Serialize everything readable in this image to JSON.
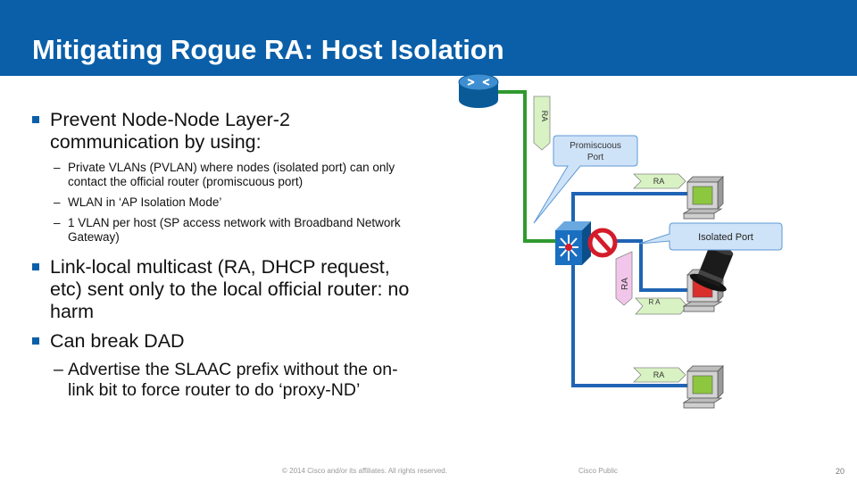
{
  "slide": {
    "title": "Mitigating Rogue RA: Host Isolation",
    "bullets": [
      {
        "text": "Prevent Node-Node Layer-2 communication by using:",
        "subs": [
          "Private VLANs (PVLAN) where nodes (isolated port) can only contact the official router (promiscuous port)",
          "WLAN in ‘AP Isolation Mode’",
          "1 VLAN per host (SP access network with Broadband Network Gateway)"
        ]
      },
      {
        "text": "Link-local multicast (RA, DHCP request, etc) sent only to the local official router: no harm",
        "subs": []
      },
      {
        "text": "Can break DAD",
        "subs": [
          "Advertise the SLAAC prefix without the on-link bit to force router to do ‘proxy-ND’"
        ]
      }
    ],
    "bullet_dash": "–"
  },
  "diagram": {
    "promiscuous_label": "Promiscuous Port",
    "isolated_label": "Isolated Port",
    "ra_label": "RA",
    "ra_split_label": "R A",
    "colors": {
      "header_blue": "#0a5fa8",
      "link_green": "#2f9a2f",
      "link_blue": "#1f64b4",
      "ra_green_fill": "#d9f2c3",
      "ra_pink_fill": "#f2c6ea",
      "screen_green": "#8dc63f",
      "screen_red": "#d9302c",
      "no_symbol_red": "#d51b2a"
    },
    "icons": [
      "router-icon",
      "switch-icon",
      "no-entry-icon",
      "computer-icon",
      "top-hat-icon"
    ]
  },
  "footer": {
    "copyright": "© 2014 Cisco and/or its affiliates. All rights reserved.",
    "classification": "Cisco Public",
    "page_number": "20"
  }
}
